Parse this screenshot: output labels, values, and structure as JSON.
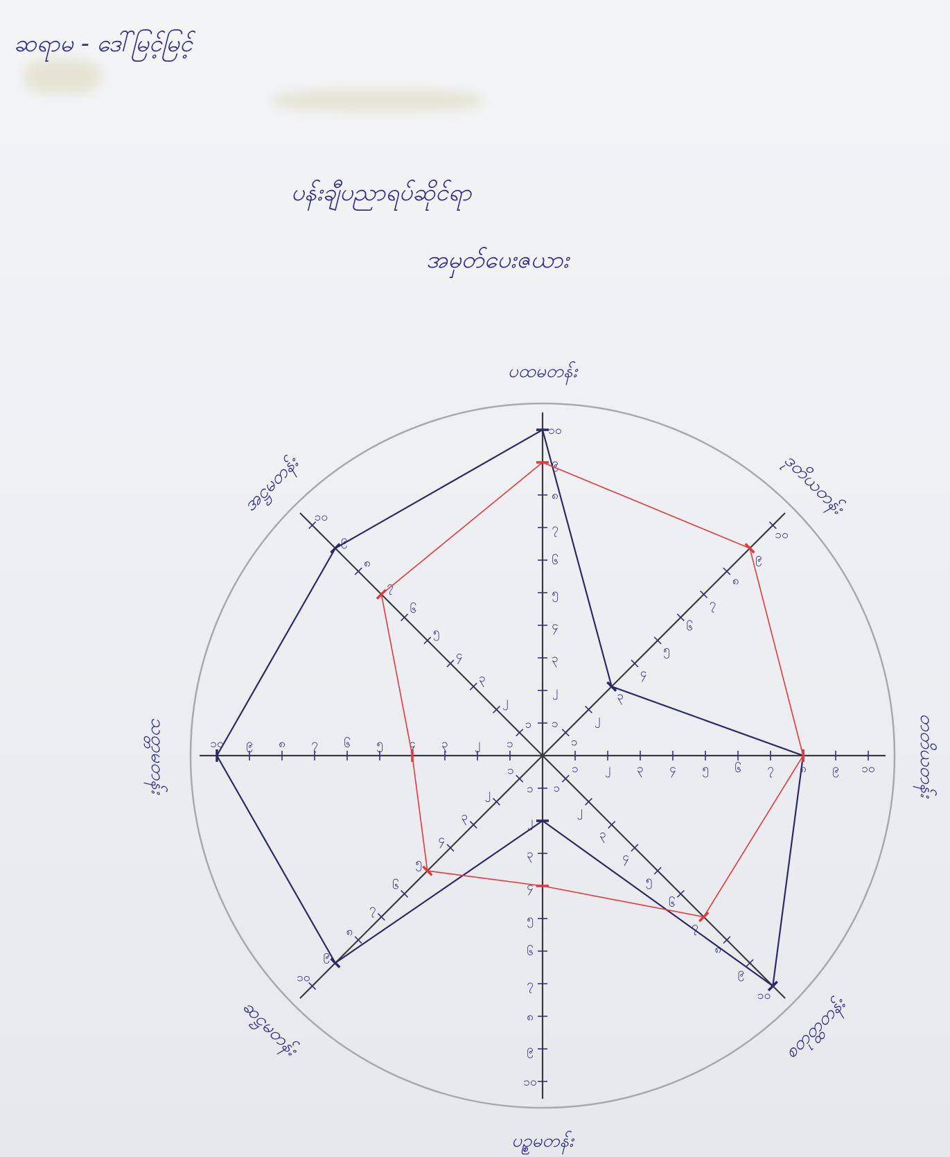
{
  "header": {
    "author_line": "ဆရာမ - ဒေါ်မြင့်မြင့်",
    "title_line_1": "ပန်းချီပညာရပ်ဆိုင်ရာ",
    "title_line_2": "အမှတ်ပေးဇယား"
  },
  "chart_data": {
    "type": "radar",
    "axes": [
      "ပထမတန်း",
      "ဒုတိယတန်း",
      "တတိယတန်း",
      "စတုတ္ထတန်း",
      "ပဉ္စမတန်း",
      "ဆဋ္ဌမတန်း",
      "သတ္တမတန်း",
      "အဋ္ဌမတန်း"
    ],
    "scale": {
      "min": 0,
      "max": 10,
      "step": 1
    },
    "tick_labels": [
      "၁",
      "၂",
      "၃",
      "၄",
      "၅",
      "၆",
      "၇",
      "၈",
      "၉",
      "၁၀"
    ],
    "series": [
      {
        "color": "#2b2a66",
        "values": [
          10,
          3,
          8,
          10,
          2,
          9,
          10,
          9
        ]
      },
      {
        "color": "#e3383c",
        "values": [
          9,
          9,
          8,
          7,
          4,
          5,
          4,
          7
        ]
      }
    ]
  }
}
